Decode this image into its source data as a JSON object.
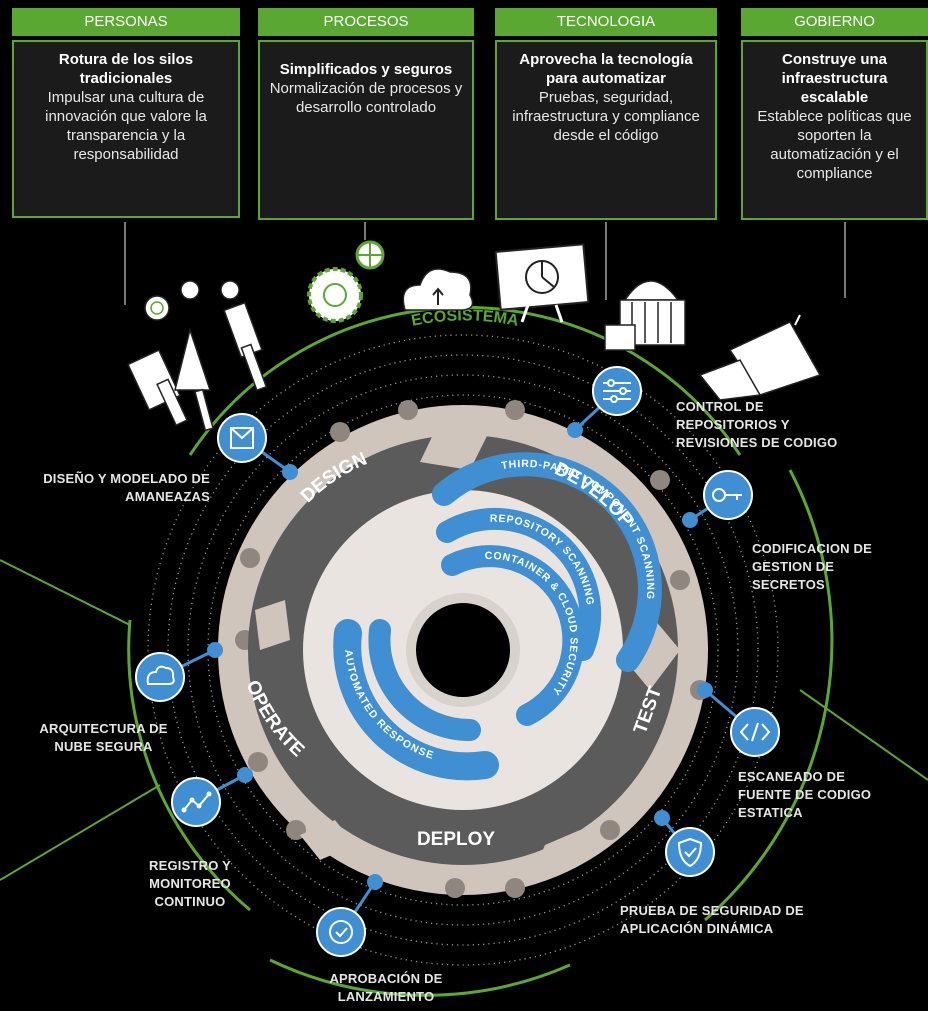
{
  "pillars": [
    {
      "header": "PERSONAS",
      "title": "Rotura de los silos tradicionales",
      "body": "Impulsar una cultura de innovación que valore la transparencia y la responsabilidad"
    },
    {
      "header": "PROCESOS",
      "title": "Simplificados y seguros",
      "body": "Normalización de procesos y desarrollo controlado"
    },
    {
      "header": "TECNOLOGIA",
      "title": "Aprovecha la tecnología para automatizar",
      "body": "Pruebas, seguridad, infraestructura y compliance desde el código"
    },
    {
      "header": "GOBIERNO",
      "title": "Construye una infraestructura escalable",
      "body": "Establece políticas que soporten la automatización y el compliance"
    }
  ],
  "ecosystem_label": "ECOSISTEMA",
  "phases": {
    "design": "DESIGN",
    "develop": "DEVELOP",
    "test": "TEST",
    "deploy": "DEPLOY",
    "operate": "OPERATE"
  },
  "inner_rings": {
    "ring1": "THIRD-PARTY COMPONENT SCANNING",
    "ring2": "REPOSITORY SCANNING",
    "ring3": "CONTAINER & CLOUD SECURITY",
    "ring4": "AUTOMATED RESPONSE"
  },
  "labels": {
    "control_repos": "CONTROL DE REPOSITORIOS  Y REVISIONES DE CODIGO",
    "secrets": "CODIFICACION DE GESTION DE SECRETOS",
    "sast": "ESCANEADO DE FUENTE DE CODIGO ESTATICA",
    "dast": "PRUEBA DE SEGURIDAD DE APLICACIÓN DINÁMICA",
    "release": "APROBACIÓN DE LANZAMIENTO",
    "monitoring": "REGISTRO Y MONITOREO CONTINUO",
    "cloud_arch": "ARQUITECTURA DE NUBE SEGURA",
    "threat": "DISEÑO Y MODELADO DE AMANEAZAS"
  },
  "colors": {
    "green": "#5aa832",
    "blue": "#3f8fd2",
    "ring_light": "#cfc5bd",
    "ring_dark": "#5a5a5a",
    "inner_light": "#e9e4df"
  }
}
